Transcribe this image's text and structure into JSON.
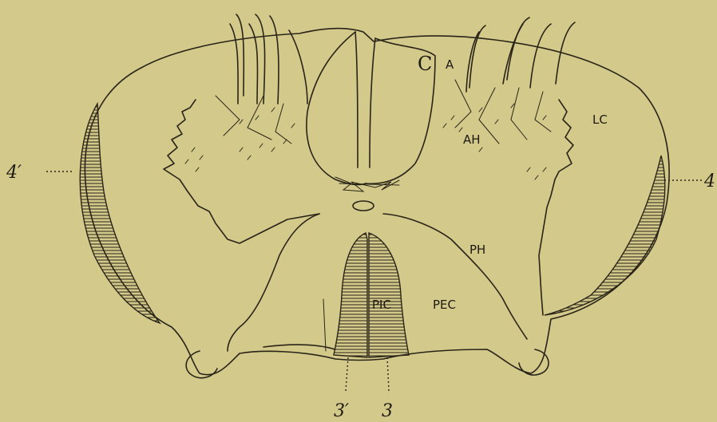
{
  "figure": {
    "labels": {
      "C": "C",
      "A": "A",
      "AH": "AH",
      "LC": "LC",
      "PH": "PH",
      "PIC": "PIC",
      "PEC": "PEC",
      "four_left": "4′",
      "four_right": "4",
      "three_prime": "3′",
      "three": "3"
    },
    "colors": {
      "paper": "#d2c98a",
      "ink": "#2a2418"
    }
  }
}
